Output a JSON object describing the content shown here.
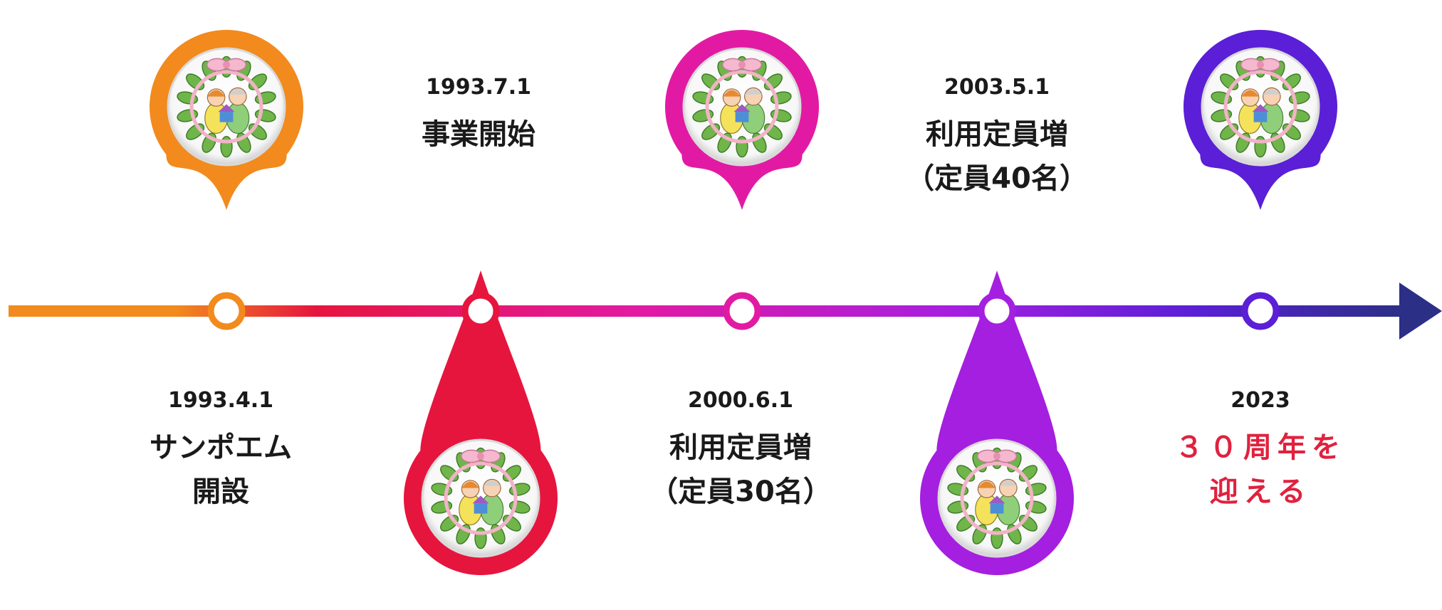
{
  "colors": {
    "orange": "#f28a1d",
    "red": "#e6153e",
    "pink": "#e21aa3",
    "purple": "#a51fe0",
    "violet": "#5a1fd6",
    "navy": "#2b2f86",
    "accent_text": "#e0213e"
  },
  "timeline": {
    "arrow_color": "#2b2f86",
    "events": [
      {
        "date": "1993.4.1",
        "lines": [
          "サンポエム",
          "開設"
        ],
        "color": "#f28a1d",
        "pin": "above",
        "label": "below"
      },
      {
        "date": "1993.7.1",
        "lines": [
          "事業開始"
        ],
        "color": "#e6153e",
        "pin": "below",
        "label": "above"
      },
      {
        "date": "2000.6.1",
        "lines": [
          "利用定員増",
          "（定員30名）"
        ],
        "color": "#e21aa3",
        "pin": "above",
        "label": "below"
      },
      {
        "date": "2003.5.1",
        "lines": [
          "利用定員増",
          "（定員40名）"
        ],
        "color": "#a51fe0",
        "pin": "below",
        "label": "above"
      },
      {
        "date": "2023",
        "lines": [
          "３０周年を",
          "迎える"
        ],
        "color": "#5a1fd6",
        "pin": "above",
        "label": "below",
        "accent": true
      }
    ]
  },
  "logo_icon": "elderly-couple-wreath-logo"
}
